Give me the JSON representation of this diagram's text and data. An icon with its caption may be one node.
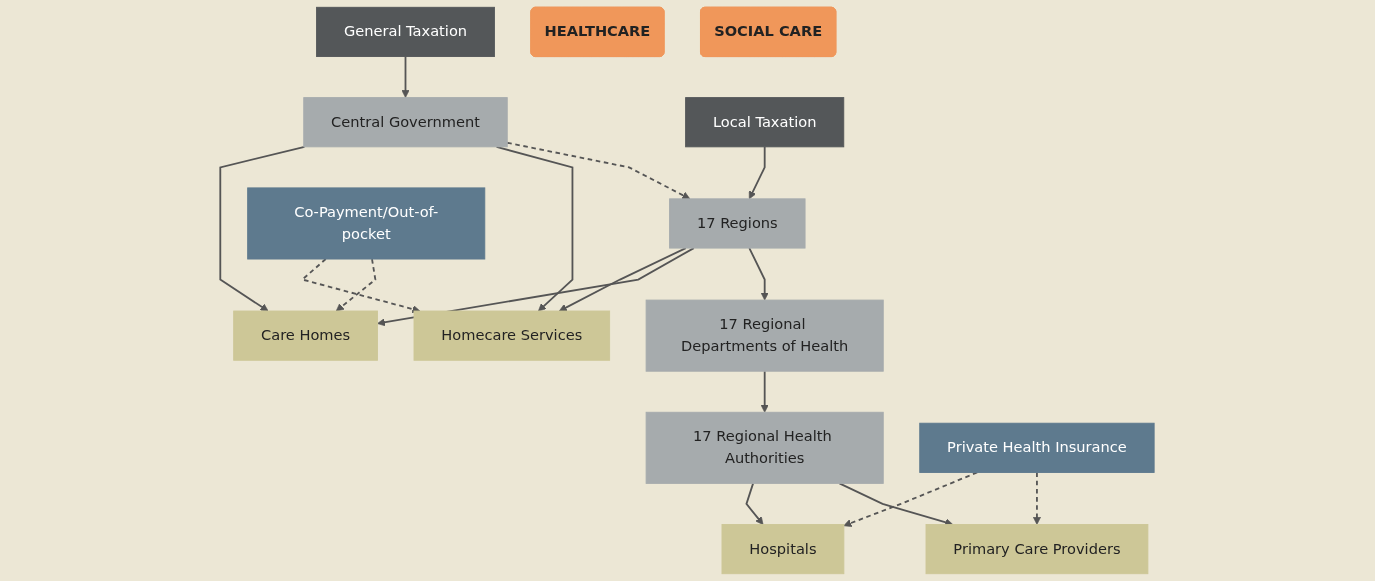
{
  "diagram": {
    "nodes": [
      {
        "text": [
          "General Taxation"
        ]
      },
      {
        "text": [
          "Central Government"
        ]
      },
      {
        "text": [
          "Local Taxation"
        ]
      },
      {
        "text": [
          "17 Regions"
        ]
      },
      {
        "text": [
          "17 Regional Departments of Health"
        ]
      },
      {
        "text": [
          "17 Regional Health Authorities"
        ]
      },
      {
        "text": [
          "HEALTHCARE"
        ]
      },
      {
        "text": [
          "SOCIAL CARE"
        ]
      },
      {
        "text": [
          "Primary Care Providers"
        ]
      },
      {
        "text": [
          "Hospitals"
        ]
      },
      {
        "text": [
          "Care Homes"
        ]
      },
      {
        "text": [
          "Homecare Services"
        ]
      },
      {
        "text": [
          "Private Health Insurance"
        ]
      },
      {
        "text": [
          "Co-Payment/Out-of-pocket"
        ]
      }
    ],
    "edges": [
      {
        "from": 0,
        "to": 1,
        "arrow": "to"
      },
      {
        "from": 1,
        "to": 3,
        "arrow": "to",
        "style": "dashed"
      },
      {
        "from": 2,
        "to": 3,
        "arrow": "to"
      },
      {
        "from": 1,
        "to": 11,
        "arrow": "to"
      },
      {
        "from": 1,
        "to": 10,
        "arrow": "to"
      },
      {
        "from": 3,
        "to": 4,
        "arrow": "to"
      },
      {
        "from": 3,
        "to": 10,
        "arrow": "to"
      },
      {
        "from": 3,
        "to": 11,
        "arrow": "to"
      },
      {
        "from": 4,
        "to": 5,
        "arrow": "to"
      },
      {
        "from": 5,
        "to": 8,
        "arrow": "to"
      },
      {
        "from": 5,
        "to": 9,
        "arrow": "to"
      },
      {
        "from": 12,
        "to": 8,
        "arrow": "to",
        "style": "dashed"
      },
      {
        "from": 12,
        "to": 9,
        "arrow": "to",
        "style": "dashed"
      },
      {
        "from": 13,
        "to": 10,
        "arrow": "to",
        "style": "dashed"
      },
      {
        "from": 13,
        "to": 11,
        "arrow": "to",
        "style": "dashed"
      }
    ]
  }
}
